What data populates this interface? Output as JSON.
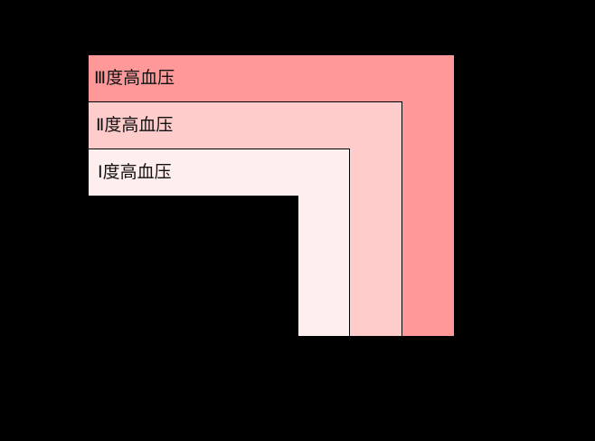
{
  "diagram": {
    "type": "nested-region classification (hypertension grades)",
    "background": "#000000",
    "zones": [
      {
        "grade": 3,
        "label": "Ⅲ度高血压",
        "color": "#ff9999"
      },
      {
        "grade": 2,
        "label": "Ⅱ度高血压",
        "color": "#ffcccc"
      },
      {
        "grade": 1,
        "label": "Ⅰ度高血压",
        "color": "#ffeeee"
      }
    ]
  }
}
